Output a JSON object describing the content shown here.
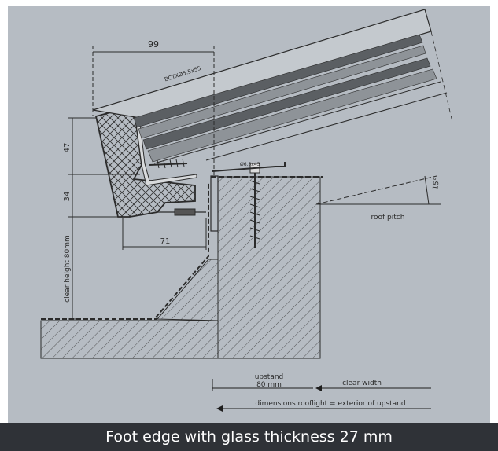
{
  "drawing": {
    "caption": "Foot edge with glass thickness 27 mm",
    "dimensions": {
      "top_width": "99",
      "screw_top": "BCTXØ5.5x55",
      "screw_small": "Ø6.5x45",
      "height_47": "47",
      "height_34": "34",
      "bottom_width": "71",
      "clear_height": "clear height 80mm",
      "pitch_angle": "15°",
      "roof_pitch": "roof pitch"
    },
    "legend": {
      "upstand_line1": "upstand",
      "upstand_line2": "80 mm",
      "clear_width": "clear width",
      "dimensions_note": "dimensions rooflight = exterior of upstand"
    }
  }
}
